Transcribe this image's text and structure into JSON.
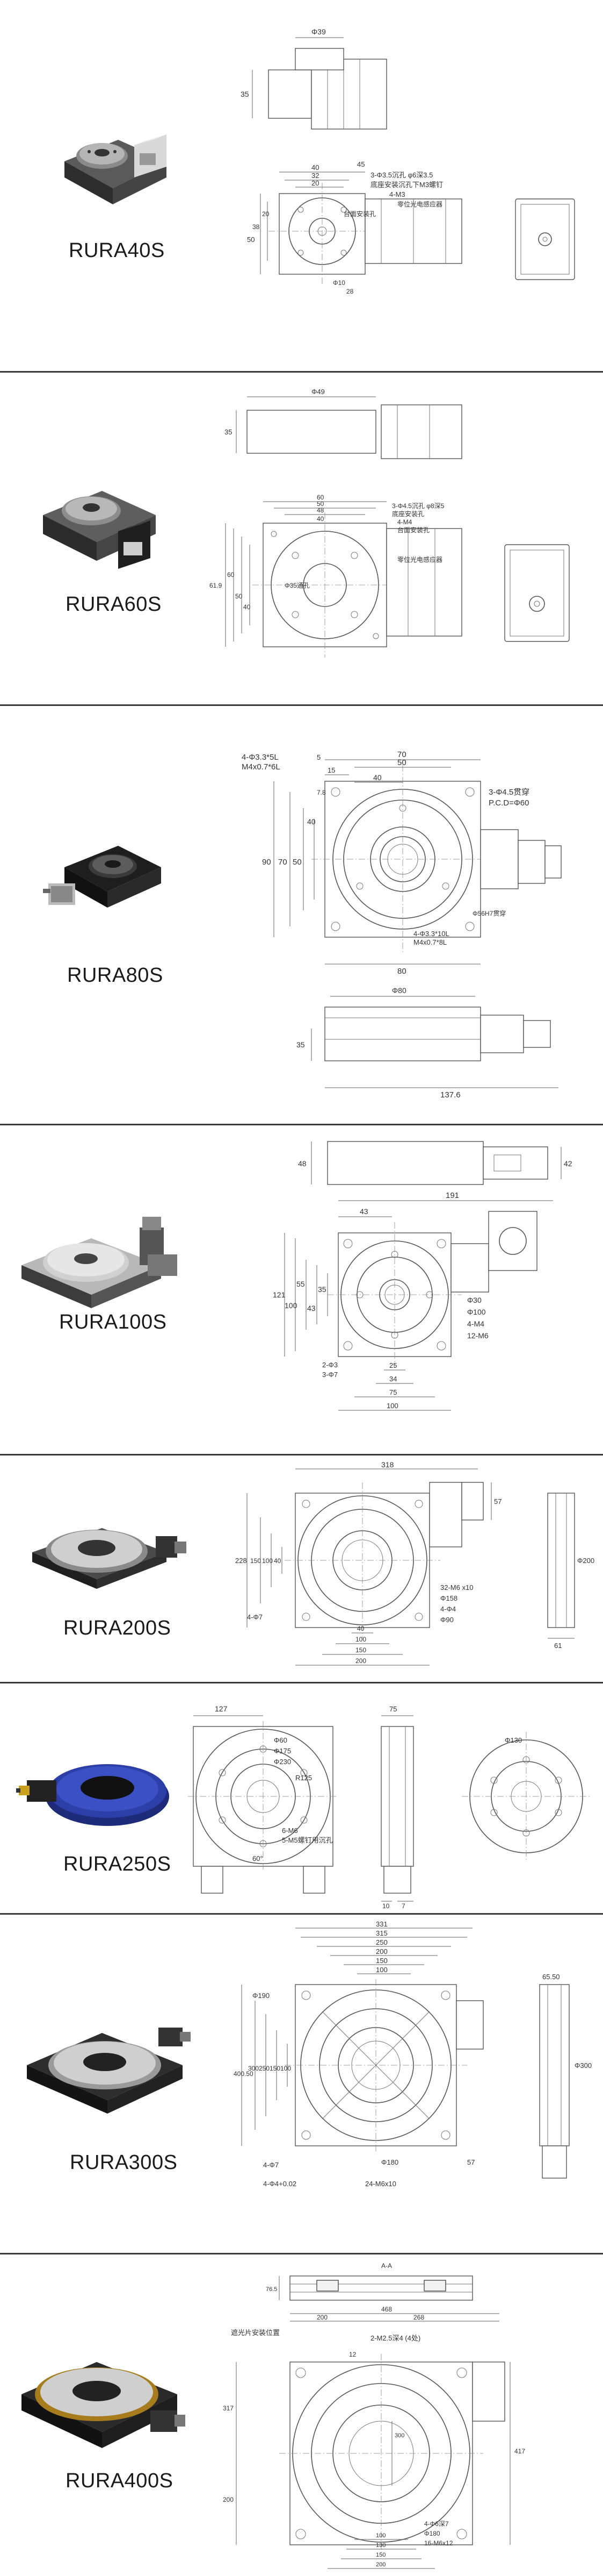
{
  "sections": [
    {
      "model": "RURA40S",
      "dims": [
        "Φ39",
        "35",
        "40",
        "45",
        "32",
        "20",
        "3-Φ3.5沉孔 φ6深3.5",
        "底座安装沉孔下M3螺钉",
        "4-M3",
        "台面安装孔",
        "零位光电感应器",
        "50",
        "38",
        "20",
        "Φ10",
        "28"
      ]
    },
    {
      "model": "RURA60S",
      "dims": [
        "Φ49",
        "35",
        "60",
        "50",
        "48",
        "40",
        "3-Φ4.5沉孔 φ8深5",
        "底座安装孔",
        "4-M4",
        "台面安装孔",
        "零位光电感应器",
        "Φ35通孔",
        "61.9",
        "60",
        "50",
        "40"
      ]
    },
    {
      "model": "RURA80S",
      "dims": [
        "4-Φ3.3*5L",
        "M4x0.7*6L",
        "70",
        "5",
        "50",
        "15",
        "40",
        "3-Φ4.5贯穿",
        "P.C.D=Φ60",
        "7.8",
        "40",
        "90",
        "70",
        "50",
        "4-Φ3.3*10L",
        "M4x0.7*8L",
        "Φ56H7贯穿",
        "80",
        "Φ80",
        "35",
        "137.6"
      ]
    },
    {
      "model": "RURA100S",
      "dims": [
        "48",
        "42",
        "191",
        "43",
        "Φ30",
        "Φ100",
        "4-M4",
        "12-M6",
        "121",
        "100",
        "55",
        "43",
        "35",
        "2-Φ3",
        "3-Φ7",
        "25",
        "34",
        "75",
        "100"
      ]
    },
    {
      "model": "RURA200S",
      "dims": [
        "318",
        "57",
        "228",
        "150",
        "100",
        "40",
        "32-M6 x10",
        "Φ158",
        "4-Φ4",
        "Φ90",
        "4-Φ7",
        "40",
        "100",
        "150",
        "200",
        "Φ200",
        "61"
      ]
    },
    {
      "model": "RURA250S",
      "dims": [
        "127",
        "Φ60",
        "Φ175",
        "Φ230",
        "R125",
        "6-M6",
        "5-M5螺钉用沉孔",
        "60°",
        "75",
        "10",
        "7",
        "Φ130"
      ]
    },
    {
      "model": "RURA300S",
      "dims": [
        "331",
        "315",
        "250",
        "200",
        "150",
        "100",
        "Φ190",
        "400.50",
        "300",
        "250",
        "150",
        "100",
        "65.50",
        "Φ300",
        "Φ180",
        "4-Φ7",
        "24-M6x10",
        "4-Φ4+0.02",
        "57"
      ]
    },
    {
      "model": "RURA400S",
      "dims": [
        "A-A",
        "76.5",
        "468",
        "200",
        "268",
        "遮光片安装位置",
        "2-M2.5深4 (4处)",
        "12",
        "317",
        "417",
        "200",
        "4-Φ6深7",
        "Φ180",
        "16-M6x12",
        "100",
        "130",
        "150",
        "200",
        "300"
      ]
    }
  ]
}
